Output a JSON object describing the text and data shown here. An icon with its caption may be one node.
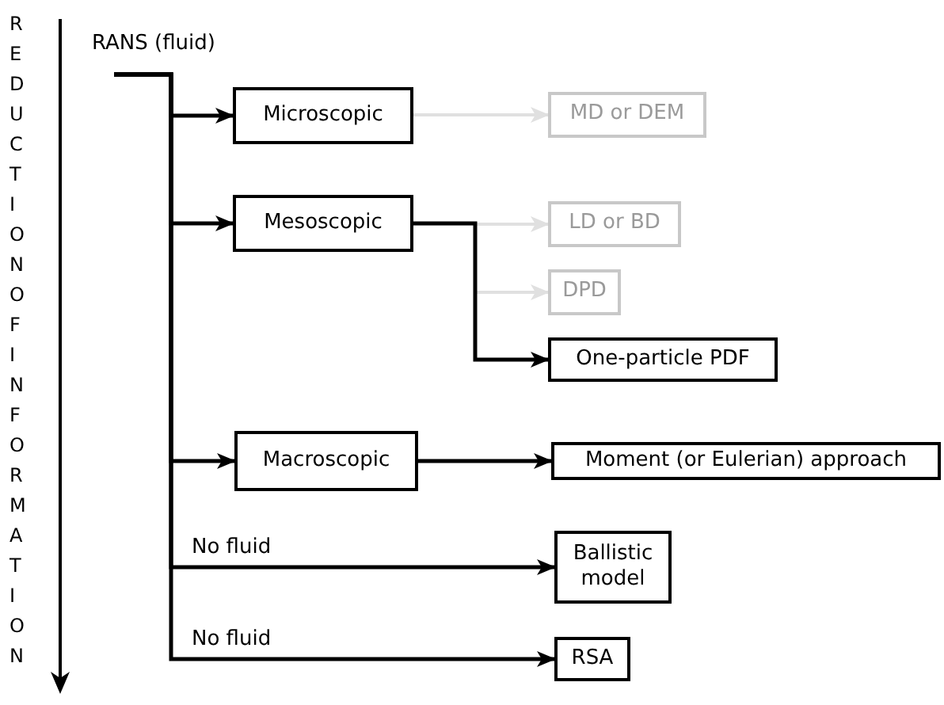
{
  "diagram": {
    "nodes": [
      {
        "text": [
          "RANS (fluid)"
        ]
      },
      {
        "text": [
          "Microscopic"
        ]
      },
      {
        "text": [
          "MD or DEM"
        ]
      },
      {
        "text": [
          "Mesoscopic"
        ]
      },
      {
        "text": [
          "LD or BD"
        ]
      },
      {
        "text": [
          "DPD"
        ]
      },
      {
        "text": [
          "One-particle PDF"
        ]
      },
      {
        "text": [
          "Macroscopic"
        ]
      },
      {
        "text": [
          "Moment (or Eulerian) approach"
        ]
      },
      {
        "text": [
          "Ballistic model"
        ]
      },
      {
        "text": [
          "RSA"
        ]
      }
    ],
    "edges": [
      {
        "from": 0,
        "to": 1,
        "arrow": "to"
      },
      {
        "from": 0,
        "to": 3,
        "arrow": "to"
      },
      {
        "from": 0,
        "to": 7,
        "arrow": "to"
      },
      {
        "from": 0,
        "to": 9,
        "arrow": "to",
        "label": "No fluid"
      },
      {
        "from": 0,
        "to": 10,
        "arrow": "to",
        "label": "No fluid"
      },
      {
        "from": 1,
        "to": 2,
        "arrow": "to",
        "color": "#e0e0e0"
      },
      {
        "from": 3,
        "to": 4,
        "arrow": "to",
        "color": "#e0e0e0"
      },
      {
        "from": 3,
        "to": 5,
        "arrow": "to",
        "color": "#e0e0e0"
      },
      {
        "from": 3,
        "to": 6,
        "arrow": "to"
      },
      {
        "from": 7,
        "to": 8,
        "arrow": "to"
      }
    ],
    "labels": [
      "REDUCTION OF INFORMATION"
    ]
  }
}
